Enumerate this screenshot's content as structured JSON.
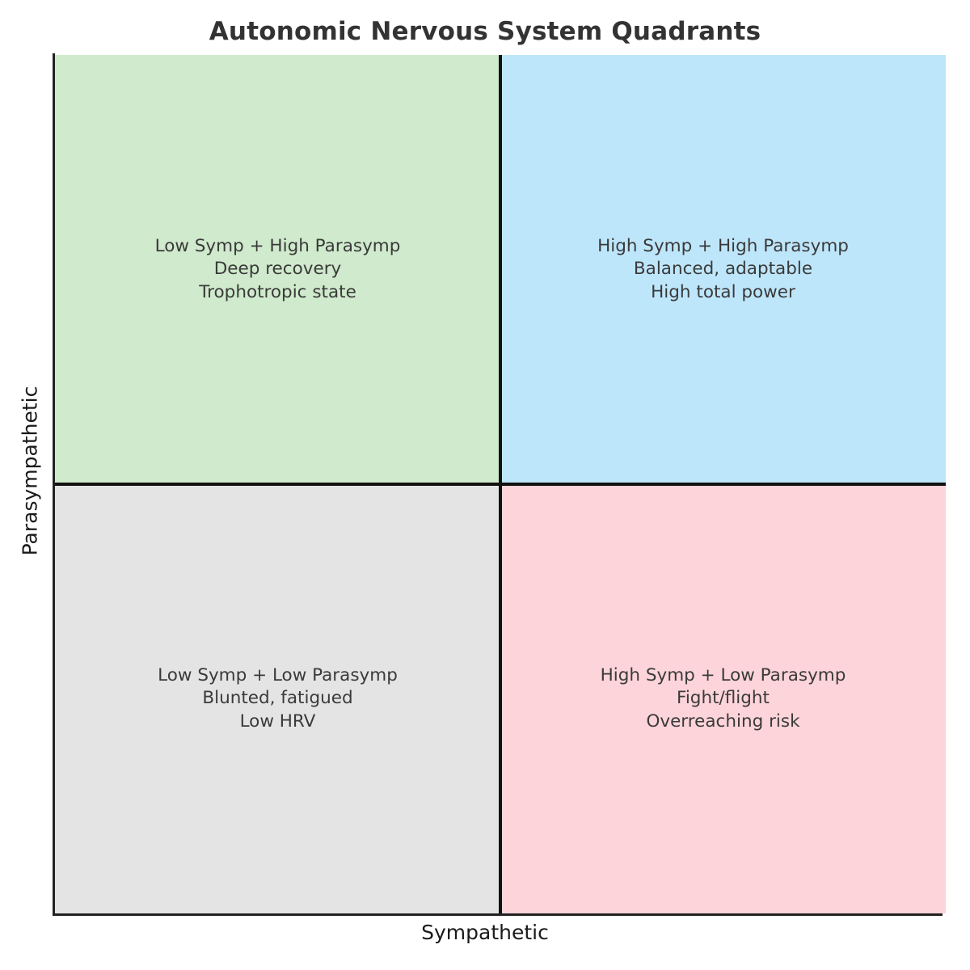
{
  "chart_data": {
    "type": "quadrant",
    "title": "Autonomic Nervous System Quadrants",
    "xlabel": "Sympathetic",
    "ylabel": "Parasympathetic",
    "grid": false,
    "legend": "none",
    "axis_ticks": [],
    "xlim": [
      0,
      1
    ],
    "ylim": [
      0,
      1
    ],
    "quadrants": [
      {
        "position": "top-left",
        "x_level": "Low",
        "y_level": "High",
        "heading": "Low Symp + High Parasymp",
        "line2": "Deep recovery",
        "line3": "Trophotropic state",
        "text": "Low Symp + High Parasymp\nDeep recovery\nTrophotropic state",
        "fill_color": "#cfeacc"
      },
      {
        "position": "top-right",
        "x_level": "High",
        "y_level": "High",
        "heading": "High Symp + High Parasymp",
        "line2": "Balanced, adaptable",
        "line3": "High total power",
        "text": "High Symp + High Parasymp\nBalanced, adaptable\nHigh total power",
        "fill_color": "#bee6fb"
      },
      {
        "position": "bottom-left",
        "x_level": "Low",
        "y_level": "Low",
        "heading": "Low Symp + Low Parasymp",
        "line2": "Blunted, fatigued",
        "line3": "Low HRV",
        "text": "Low Symp + Low Parasymp\nBlunted, fatigued\nLow HRV",
        "fill_color": "#e4e4e4"
      },
      {
        "position": "bottom-right",
        "x_level": "High",
        "y_level": "Low",
        "heading": "High Symp + Low Parasymp",
        "line2": "Fight/flight",
        "line3": "Overreaching risk",
        "text": "High Symp + Low Parasymp\nFight/flight\nOverreaching risk",
        "fill_color": "#fdd4d9"
      }
    ],
    "colors": {
      "title": "#333333",
      "quadrant_text": "#3a3a3a",
      "axis_label": "#1a1a1a",
      "divider": "#111111",
      "spine": "#222222",
      "background": "#ffffff"
    }
  }
}
